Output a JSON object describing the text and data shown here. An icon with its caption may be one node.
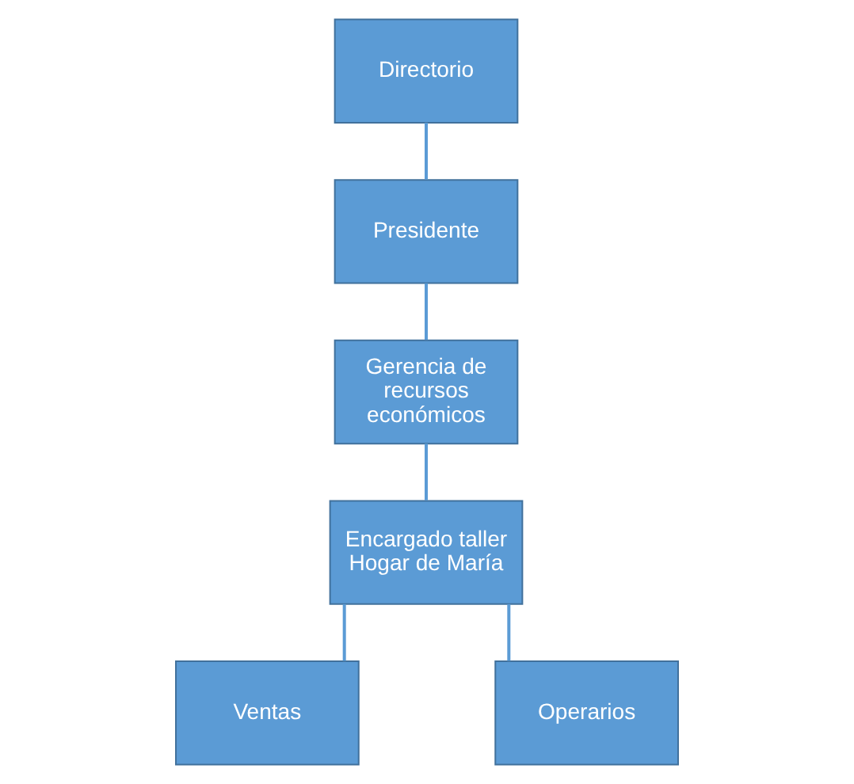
{
  "diagram": {
    "nodes": [
      {
        "text": [
          "Directorio"
        ]
      },
      {
        "text": [
          "Presidente"
        ]
      },
      {
        "text": [
          "Gerencia de recursos económicos"
        ]
      },
      {
        "text": [
          "Encargado taller Hogar de María"
        ]
      },
      {
        "text": [
          "Ventas"
        ]
      },
      {
        "text": [
          "Operarios"
        ]
      }
    ],
    "edges": [
      {
        "from": 0,
        "to": 1,
        "arrow": "none"
      },
      {
        "from": 1,
        "to": 2,
        "arrow": "none"
      },
      {
        "from": 2,
        "to": 3,
        "arrow": "none"
      },
      {
        "from": 3,
        "to": 4,
        "arrow": "none"
      },
      {
        "from": 3,
        "to": 5,
        "arrow": "none"
      }
    ]
  }
}
